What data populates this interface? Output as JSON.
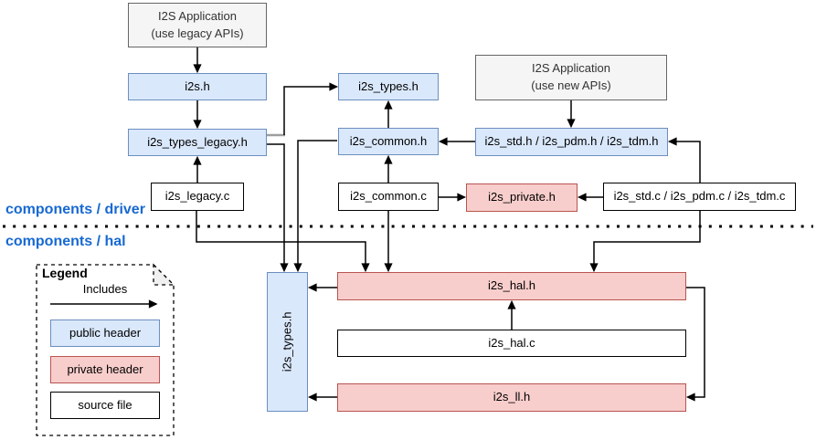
{
  "sections": {
    "driver": {
      "label": "components / driver"
    },
    "hal": {
      "label": "components / hal"
    }
  },
  "nodes": {
    "app_legacy": {
      "label": "I2S Application\n(use legacy APIs)",
      "kind": "application"
    },
    "i2s_h": {
      "label": "i2s.h",
      "kind": "public header"
    },
    "i2s_types_legacy_h": {
      "label": "i2s_types_legacy.h",
      "kind": "public header"
    },
    "i2s_legacy_c": {
      "label": "i2s_legacy.c",
      "kind": "source file"
    },
    "i2s_types_h": {
      "label": "i2s_types.h",
      "kind": "public header"
    },
    "i2s_common_h": {
      "label": "i2s_common.h",
      "kind": "public header"
    },
    "i2s_common_c": {
      "label": "i2s_common.c",
      "kind": "source file"
    },
    "app_new": {
      "label": "I2S Application\n(use new APIs)",
      "kind": "application"
    },
    "i2s_std_pdm_tdm_h": {
      "label": "i2s_std.h / i2s_pdm.h / i2s_tdm.h",
      "kind": "public header"
    },
    "i2s_private_h": {
      "label": "i2s_private.h",
      "kind": "private header"
    },
    "i2s_std_pdm_tdm_c": {
      "label": "i2s_std.c / i2s_pdm.c / i2s_tdm.c",
      "kind": "source file"
    },
    "hal_i2s_types_h": {
      "label": "i2s_types.h",
      "kind": "public header"
    },
    "i2s_hal_h": {
      "label": "i2s_hal.h",
      "kind": "private header"
    },
    "i2s_hal_c": {
      "label": "i2s_hal.c",
      "kind": "source file"
    },
    "i2s_ll_h": {
      "label": "i2s_ll.h",
      "kind": "private header"
    }
  },
  "edges": [
    {
      "from": "app_legacy",
      "to": "i2s_h",
      "relation": "includes"
    },
    {
      "from": "i2s_h",
      "to": "i2s_types_legacy_h",
      "relation": "includes"
    },
    {
      "from": "i2s_types_legacy_h",
      "to": "i2s_types_h",
      "relation": "includes"
    },
    {
      "from": "i2s_types_legacy_h",
      "to": "hal_i2s_types_h",
      "relation": "includes"
    },
    {
      "from": "i2s_legacy_c",
      "to": "i2s_types_legacy_h",
      "relation": "includes"
    },
    {
      "from": "i2s_legacy_c",
      "to": "i2s_hal_h",
      "relation": "includes"
    },
    {
      "from": "i2s_common_h",
      "to": "i2s_types_h",
      "relation": "includes"
    },
    {
      "from": "i2s_common_h",
      "to": "hal_i2s_types_h",
      "relation": "includes"
    },
    {
      "from": "i2s_common_c",
      "to": "i2s_common_h",
      "relation": "includes"
    },
    {
      "from": "i2s_common_c",
      "to": "i2s_private_h",
      "relation": "includes"
    },
    {
      "from": "i2s_common_c",
      "to": "i2s_hal_h",
      "relation": "includes"
    },
    {
      "from": "app_new",
      "to": "i2s_std_pdm_tdm_h",
      "relation": "includes"
    },
    {
      "from": "i2s_std_pdm_tdm_h",
      "to": "i2s_common_h",
      "relation": "includes"
    },
    {
      "from": "i2s_std_pdm_tdm_c",
      "to": "i2s_std_pdm_tdm_h",
      "relation": "includes"
    },
    {
      "from": "i2s_std_pdm_tdm_c",
      "to": "i2s_private_h",
      "relation": "includes"
    },
    {
      "from": "i2s_std_pdm_tdm_c",
      "to": "i2s_hal_h",
      "relation": "includes"
    },
    {
      "from": "i2s_hal_h",
      "to": "hal_i2s_types_h",
      "relation": "includes"
    },
    {
      "from": "i2s_hal_h",
      "to": "i2s_ll_h",
      "relation": "includes"
    },
    {
      "from": "i2s_hal_c",
      "to": "i2s_hal_h",
      "relation": "includes"
    },
    {
      "from": "i2s_ll_h",
      "to": "hal_i2s_types_h",
      "relation": "includes"
    }
  ],
  "legend": {
    "title": "Legend",
    "arrow_label": "Includes",
    "items": [
      {
        "label": "public header",
        "kind": "public"
      },
      {
        "label": "private header",
        "kind": "private"
      },
      {
        "label": "source file",
        "kind": "source"
      }
    ]
  },
  "colors": {
    "public_header_fill": "#dae8fc",
    "public_header_border": "#6c8ebf",
    "private_header_fill": "#f8cecc",
    "private_header_border": "#b85450",
    "application_fill": "#f5f5f5",
    "application_border": "#666666",
    "source_file_fill": "#ffffff",
    "source_file_border": "#000000",
    "section_label_text": "#1769d2",
    "connector": "#000000",
    "gray_connector_stub": "#9e9e9e"
  }
}
